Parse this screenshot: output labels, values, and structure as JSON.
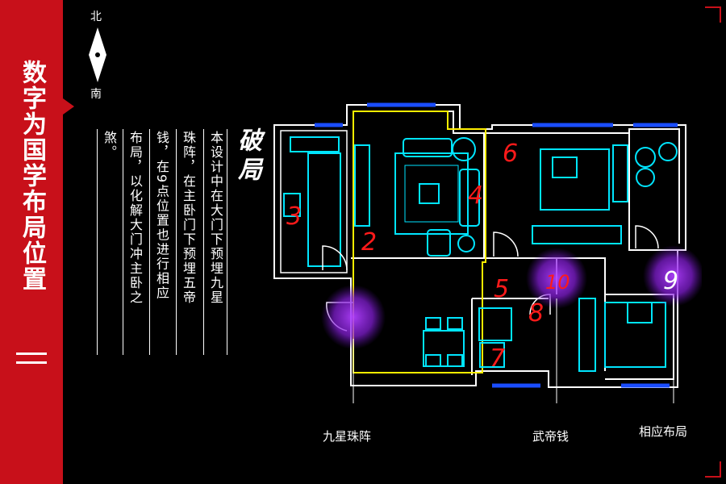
{
  "sidebar": {
    "title": "数字为国学布局位置"
  },
  "compass": {
    "north": "北",
    "south": "南"
  },
  "heading": "破局",
  "body_columns": [
    "本设计中在大门下预埋九星",
    "珠阵，在主卧门下预埋五帝",
    "钱，在9点位置也进行相应",
    "布局，以化解大门冲主卧之",
    "煞。"
  ],
  "room_numbers": [
    "2",
    "3",
    "4",
    "5",
    "6",
    "7",
    "8",
    "9",
    "10"
  ],
  "callouts": {
    "nine_star": "九星珠阵",
    "wudi_coin": "武帝钱",
    "layout": "相应布局"
  },
  "colors": {
    "accent": "#c8101a",
    "wall": "#ffffff",
    "furniture": "#00e5ff",
    "window": "#1a4dff",
    "zone": "#ffee00",
    "marker": "#9b30ff",
    "numbers": "#ff1a1a"
  }
}
